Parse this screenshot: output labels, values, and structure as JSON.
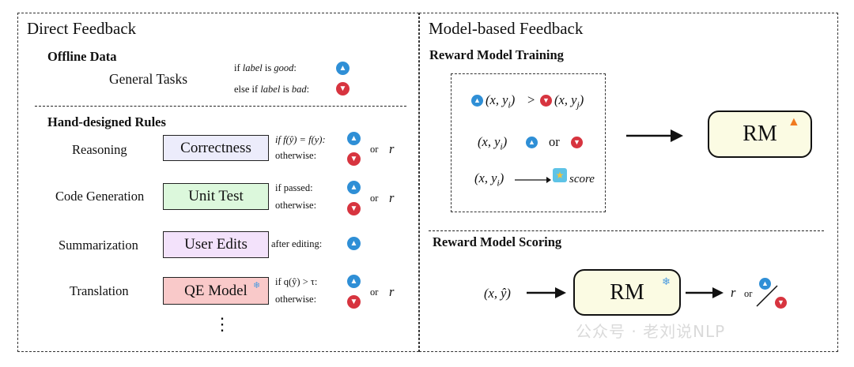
{
  "left": {
    "title": "Direct Feedback",
    "offline": {
      "heading": "Offline Data",
      "task": "General Tasks",
      "cond_good_prefix": "if ",
      "cond_good_var": "label",
      "cond_good_mid": " is ",
      "cond_good_val": "good",
      "cond_good_suffix": ":",
      "cond_bad_prefix": "else if ",
      "cond_bad_var": "label",
      "cond_bad_mid": " is ",
      "cond_bad_val": "bad",
      "cond_bad_suffix": ":"
    },
    "rules": {
      "heading": "Hand-designed Rules",
      "rows": [
        {
          "task": "Reasoning",
          "box": "Correctness",
          "cond1": "if f(ŷ) = f(y):",
          "cond2": "otherwise:",
          "or": "or",
          "r": "r",
          "color": "#ececfb"
        },
        {
          "task": "Code Generation",
          "box": "Unit Test",
          "cond1": "if passed:",
          "cond2": "otherwise:",
          "or": "or",
          "r": "r",
          "color": "#dcf8dc"
        },
        {
          "task": "Summarization",
          "box": "User Edits",
          "cond1": "after editing:",
          "color": "#f3e2fb"
        },
        {
          "task": "Translation",
          "box": "QE Model",
          "cond1": "if q(ŷ) > τ:",
          "cond2": "otherwise:",
          "or": "or",
          "r": "r",
          "color": "#f9c9c9"
        }
      ],
      "ellipsis": "⋮"
    }
  },
  "right": {
    "title": "Model-based Feedback",
    "training": {
      "heading": "Reward Model Training",
      "pair_left": "(x, y",
      "pair_left_sub": "i",
      "gt": ">",
      "pair_right": "(x, y",
      "pair_right_sub": "j",
      "single": "(x, y",
      "single_sub": "i",
      "or": "or",
      "score_tuple": "(x, y",
      "score_tuple_sub": "i",
      "score": "score",
      "rm": "RM"
    },
    "scoring": {
      "heading": "Reward Model Scoring",
      "input": "(x, ŷ)",
      "rm": "RM",
      "r": "r",
      "or": "or"
    }
  },
  "watermark": "公众号 · 老刘说NLP",
  "colors": {
    "thumb_up": "#2f8fd6",
    "thumb_down": "#d7343f",
    "rm_box": "#fbfbe3"
  },
  "icons": [
    "thumb-up-icon",
    "thumb-down-icon",
    "fire-icon",
    "snowflake-icon",
    "trophy-icon",
    "arrow-right-icon"
  ]
}
